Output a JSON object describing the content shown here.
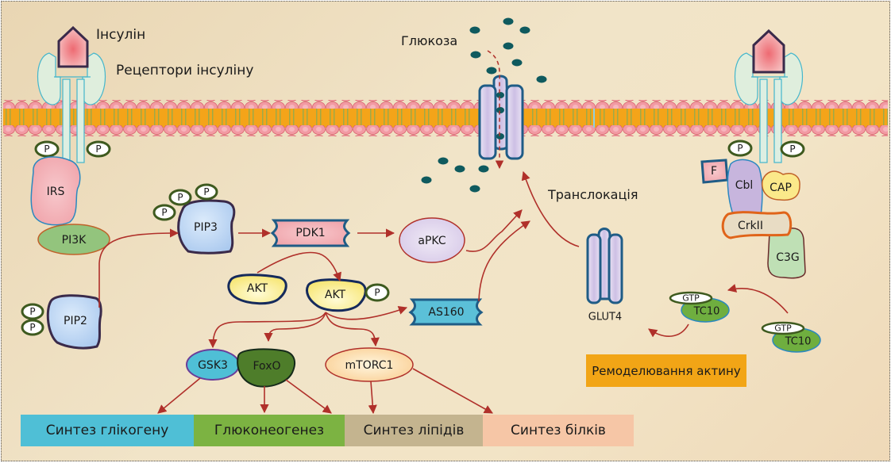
{
  "labels": {
    "insulin": "Інсулін",
    "receptors": "Рецептори інсуліну",
    "glucose": "Глюкоза",
    "translocation": "Транслокація",
    "actin_remodeling": "Ремоделювання актину"
  },
  "nodes": {
    "irs": "IRS",
    "pi3k": "PI3K",
    "pip2": "PIP2",
    "pip3": "PIP3",
    "pdk1": "PDK1",
    "apkc": "aPKC",
    "akt": "AKT",
    "akt_p": "AKT",
    "as160": "AS160",
    "glut4": "GLUT4",
    "gsk3": "GSK3",
    "foxo": "FoxO",
    "mtorc1": "mTORC1",
    "f": "F",
    "cbl": "Cbl",
    "cap": "CAP",
    "crkii": "CrkII",
    "c3g": "C3G",
    "tc10_a": "TC10",
    "tc10_b": "TC10",
    "gtp_a": "GTP",
    "gtp_b": "GTP",
    "phosphate": "P"
  },
  "outcomes": [
    {
      "label": "Синтез глікогену",
      "color": "#4fbfd6"
    },
    {
      "label": "Глюконеогенез",
      "color": "#7cb342"
    },
    {
      "label": "Синтез ліпідів",
      "color": "#c4b48f"
    },
    {
      "label": "Синтез білків",
      "color": "#f6c6a6"
    }
  ],
  "colors": {
    "arrow": "#b0302a",
    "membrane_head": "#f08a94",
    "membrane_core": "#f4a419",
    "glucose_dot": "#0f5a5e",
    "actin_box": "#f2a516"
  }
}
